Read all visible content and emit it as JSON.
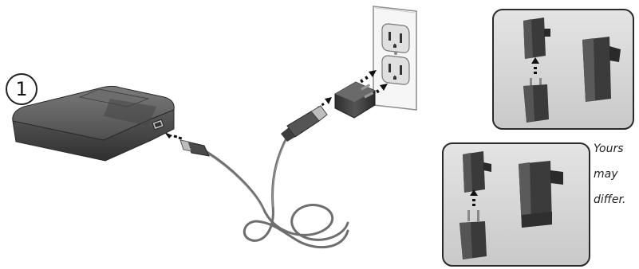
{
  "step": {
    "number": "1"
  },
  "caption": {
    "line1": "Yours",
    "line2": "may",
    "line3": "differ."
  },
  "colors": {
    "device": "#5b5b5b",
    "device_dark": "#3a3a3a",
    "cable": "#6b6b6b",
    "plug": "#444444",
    "inset_border": "#2e2e2e",
    "inset_bg": "#d6d6d6",
    "outlet_plate": "#f4f4f4",
    "outlet_border": "#999999"
  }
}
